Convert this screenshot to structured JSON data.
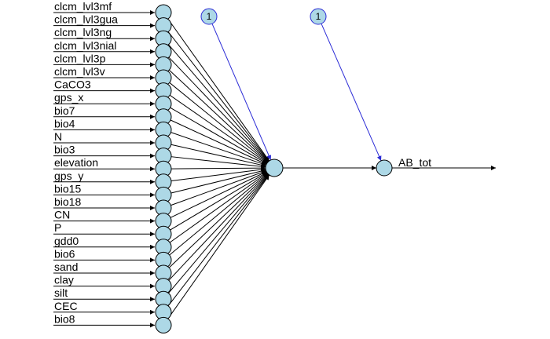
{
  "network": {
    "inputs": [
      "clcm_lvl3mf",
      "clcm_lvl3gua",
      "clcm_lvl3ng",
      "clcm_lvl3nial",
      "clcm_lvl3p",
      "clcm_lvl3v",
      "CaCO3",
      "gps_x",
      "bio7",
      "bio4",
      "N",
      "bio3",
      "elevation",
      "gps_y",
      "bio15",
      "bio18",
      "CN",
      "P",
      "gdd0",
      "bio6",
      "sand",
      "clay",
      "silt",
      "CEC",
      "bio8"
    ],
    "hidden_bias_label": "1",
    "output_bias_label": "1",
    "output": "AB_tot",
    "colors": {
      "node_fill": "#add8e6",
      "node_stroke": "#000000",
      "bias_fill": "#add8e6",
      "bias_stroke": "#2b2bd6",
      "bias_line": "#2b2bd6",
      "weight_line": "#000000"
    }
  }
}
